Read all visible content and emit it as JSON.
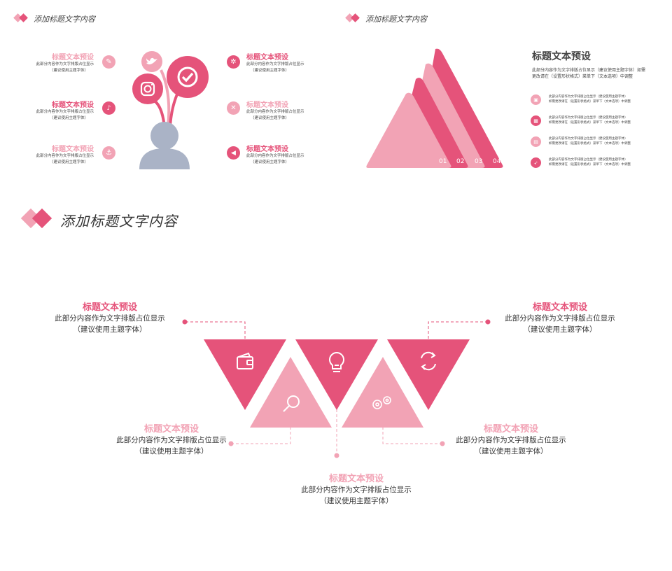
{
  "colors": {
    "dark": "#e5537a",
    "light": "#f2a3b5",
    "gray": "#aab3c6"
  },
  "slide1": {
    "header": "添加标题文字内容",
    "items": [
      {
        "title": "标题文本预设",
        "l1": "此部分内容作为文字排版占位显示",
        "l2": "（建议使用主题字体）",
        "icon": "wrench-icon"
      },
      {
        "title": "标题文本预设",
        "l1": "此部分内容作为文字排版占位显示",
        "l2": "（建议使用主题字体）",
        "icon": "bell-icon"
      },
      {
        "title": "标题文本预设",
        "l1": "此部分内容作为文字排版占位显示",
        "l2": "（建议使用主题字体）",
        "icon": "anchor-icon"
      },
      {
        "title": "标题文本预设",
        "l1": "此部分内容作为文字排版占位显示",
        "l2": "（建议使用主题字体）",
        "icon": "gear-icon"
      },
      {
        "title": "标题文本预设",
        "l1": "此部分内容作为文字排版占位显示",
        "l2": "（建议使用主题字体）",
        "icon": "close-icon"
      },
      {
        "title": "标题文本预设",
        "l1": "此部分内容作为文字排版占位显示",
        "l2": "（建议使用主题字体）",
        "icon": "megaphone-icon"
      }
    ]
  },
  "slide2": {
    "header": "添加标题文字内容",
    "title": "标题文本预设",
    "desc": "此部分内容作为文字排版占位显示（建议使用主题字体）如需更改请在（设置形状格式）菜单下（文本选项）中调整",
    "numbers": [
      "01",
      "02",
      "03",
      "04"
    ],
    "items": [
      {
        "l1": "此部分内容作为文字排版占位显示（建议使用主题字体）",
        "l2": "如需更改请在（设置形状格式）菜单下（文本选项）中调整"
      },
      {
        "l1": "此部分内容作为文字排版占位显示（建议使用主题字体）",
        "l2": "如需更改请在（设置形状格式）菜单下（文本选项）中调整"
      },
      {
        "l1": "此部分内容作为文字排版占位显示（建议使用主题字体）",
        "l2": "如需更改请在（设置形状格式）菜单下（文本选项）中调整"
      },
      {
        "l1": "此部分内容作为文字排版占位显示（建议使用主题字体）",
        "l2": "如需更改请在（设置形状格式）菜单下（文本选项）中调整"
      }
    ]
  },
  "slide3": {
    "header": "添加标题文字内容",
    "items": [
      {
        "title": "标题文本预设",
        "l1": "此部分内容作为文字排版占位显示",
        "l2": "（建议使用主题字体）"
      },
      {
        "title": "标题文本预设",
        "l1": "此部分内容作为文字排版占位显示",
        "l2": "（建议使用主题字体）"
      },
      {
        "title": "标题文本预设",
        "l1": "此部分内容作为文字排版占位显示",
        "l2": "（建议使用主题字体）"
      },
      {
        "title": "标题文本预设",
        "l1": "此部分内容作为文字排版占位显示",
        "l2": "（建议使用主题字体）"
      },
      {
        "title": "标题文本预设",
        "l1": "此部分内容作为文字排版占位显示",
        "l2": "（建议使用主题字体）"
      }
    ]
  }
}
